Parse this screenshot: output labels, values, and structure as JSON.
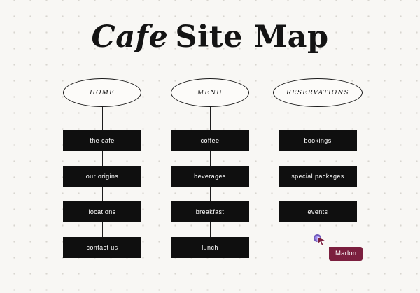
{
  "title": {
    "brand": "Cafe",
    "rest": "Site Map"
  },
  "columns": [
    {
      "id": "home",
      "header": "HOME",
      "items": [
        "the cafe",
        "our origins",
        "locations",
        "contact us"
      ]
    },
    {
      "id": "menu",
      "header": "MENU",
      "items": [
        "coffee",
        "beverages",
        "breakfast",
        "lunch"
      ]
    },
    {
      "id": "reservations",
      "header": "RESERVATIONS",
      "items": [
        "bookings",
        "special packages",
        "events"
      ]
    }
  ],
  "collaborator": {
    "name": "Marlon"
  },
  "colors": {
    "background": "#f8f7f4",
    "node_fill": "#0f0f0f",
    "node_text": "#ffffff",
    "badge": "#7b1f3e",
    "cursor_dot": "#9f8bef"
  }
}
